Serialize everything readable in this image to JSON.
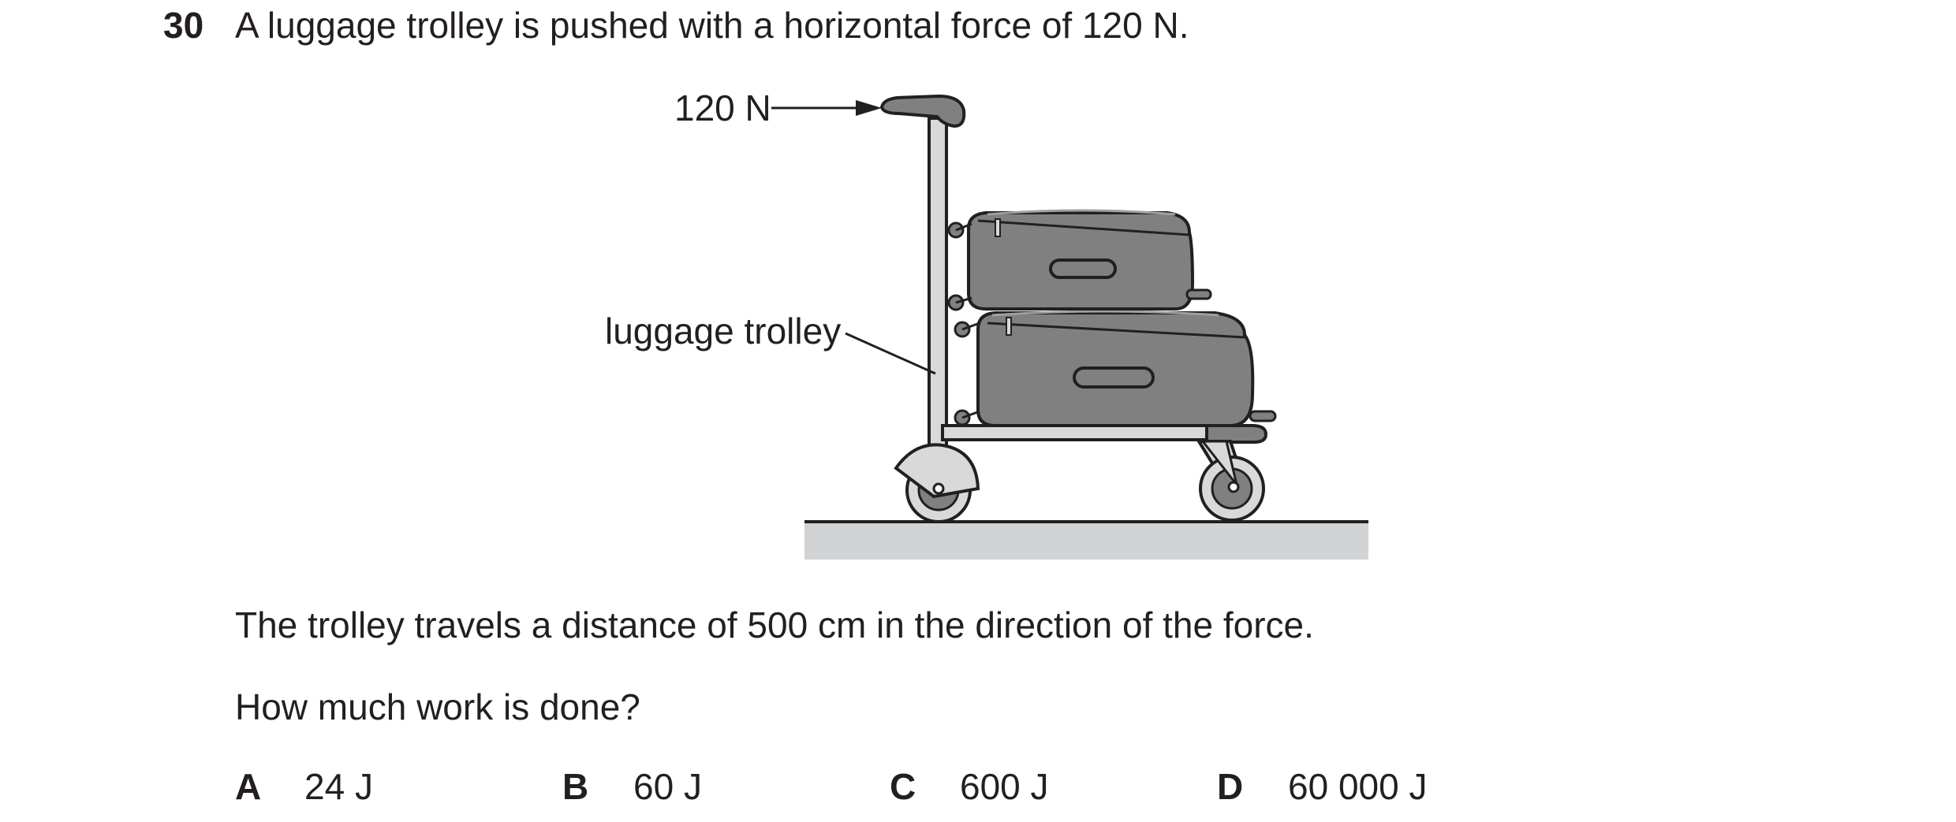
{
  "question": {
    "number": "30",
    "intro": "A luggage trolley is pushed with a horizontal force of 120 N.",
    "figure": {
      "force_label": "120 N",
      "trolley_label": "luggage trolley"
    },
    "statement": "The trolley travels a distance of 500 cm in the direction of the force.",
    "prompt": "How much work is done?",
    "options": [
      {
        "letter": "A",
        "value": "24 J"
      },
      {
        "letter": "B",
        "value": "60 J"
      },
      {
        "letter": "C",
        "value": "600 J"
      },
      {
        "letter": "D",
        "value": "60 000 J"
      }
    ]
  },
  "colors": {
    "text": "#231f20",
    "luggage": "#808080",
    "trolley_frame": "#d9d9d9",
    "ground": "#d1d3d4"
  }
}
